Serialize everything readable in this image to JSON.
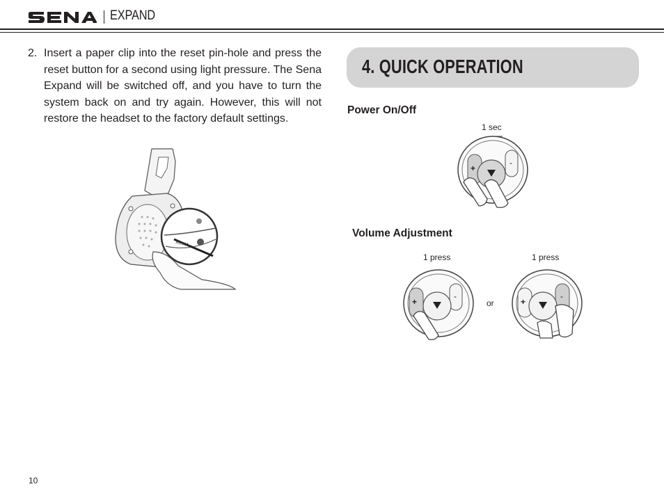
{
  "header": {
    "brand": "SENA",
    "product": "EXPAND"
  },
  "step": {
    "number": "2.",
    "text": "Insert a paper clip into the reset pin-hole and press the reset button for a second using light pressure. The Sena Expand will be switched off, and you have to turn the system back on and try again. However, this will not restore the headset to the factory default settings."
  },
  "section": {
    "title": "4. QUICK OPERATION"
  },
  "power": {
    "heading": "Power On/Off",
    "caption": "1 sec"
  },
  "volume": {
    "heading": "Volume Adjustment",
    "caption_left": "1 press",
    "caption_right": "1 press",
    "separator": "or"
  },
  "illustration": {
    "reset_label": "Reset"
  },
  "footer": {
    "page_number": "10"
  }
}
